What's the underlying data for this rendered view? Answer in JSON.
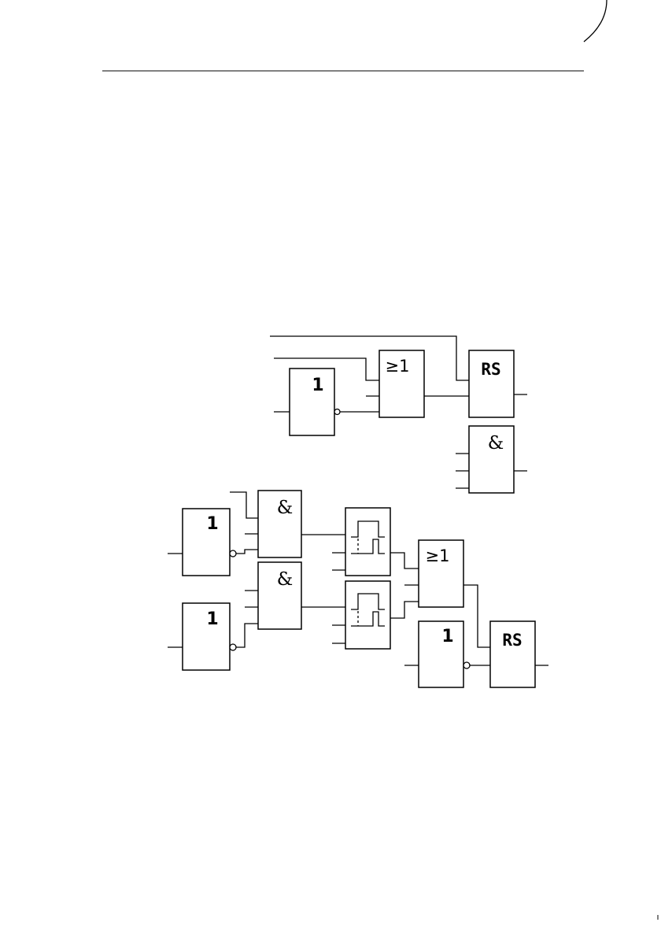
{
  "diagram": {
    "top": {
      "not_gate": {
        "symbol": "1"
      },
      "or_gate": {
        "symbol": "≥1"
      },
      "rs_flipflop": {
        "symbol": "RS"
      },
      "and_gate": {
        "symbol": "&"
      }
    },
    "bottom": {
      "not_gate_1": {
        "symbol": "1"
      },
      "not_gate_2": {
        "symbol": "1"
      },
      "and_gate_1": {
        "symbol": "&"
      },
      "and_gate_2": {
        "symbol": "&"
      },
      "or_gate": {
        "symbol": "≥1"
      },
      "not_gate_3": {
        "symbol": "1"
      },
      "rs_flipflop": {
        "symbol": "RS"
      }
    }
  }
}
